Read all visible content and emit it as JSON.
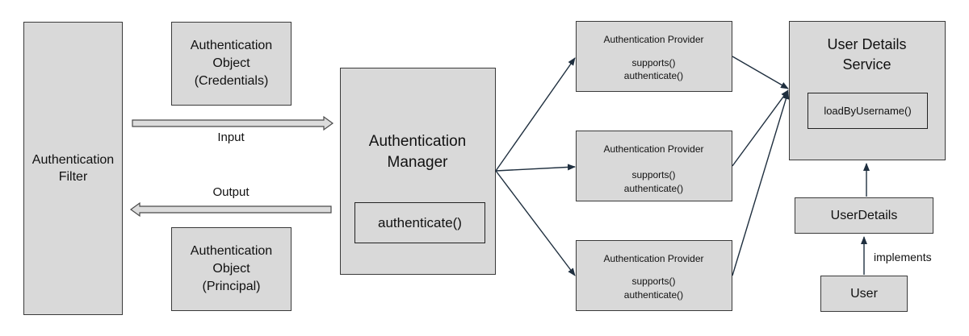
{
  "filter": {
    "label": "Authentication\nFilter"
  },
  "auth_object_input": {
    "label": "Authentication\nObject\n(Credentials)"
  },
  "auth_object_output": {
    "label": "Authentication\nObject\n(Principal)"
  },
  "input_label": "Input",
  "output_label": "Output",
  "manager": {
    "title": "Authentication\nManager",
    "method": "authenticate()"
  },
  "providers": [
    {
      "title": "Authentication Provider",
      "methods": "supports()\nauthenticate()"
    },
    {
      "title": "Authentication Provider",
      "methods": "supports()\nauthenticate()"
    },
    {
      "title": "Authentication Provider",
      "methods": "supports()\nauthenticate()"
    }
  ],
  "user_details_service": {
    "title": "User Details\nService",
    "method": "loadByUsername()"
  },
  "user_details": {
    "label": "UserDetails"
  },
  "user": {
    "label": "User"
  },
  "implements_label": "implements"
}
